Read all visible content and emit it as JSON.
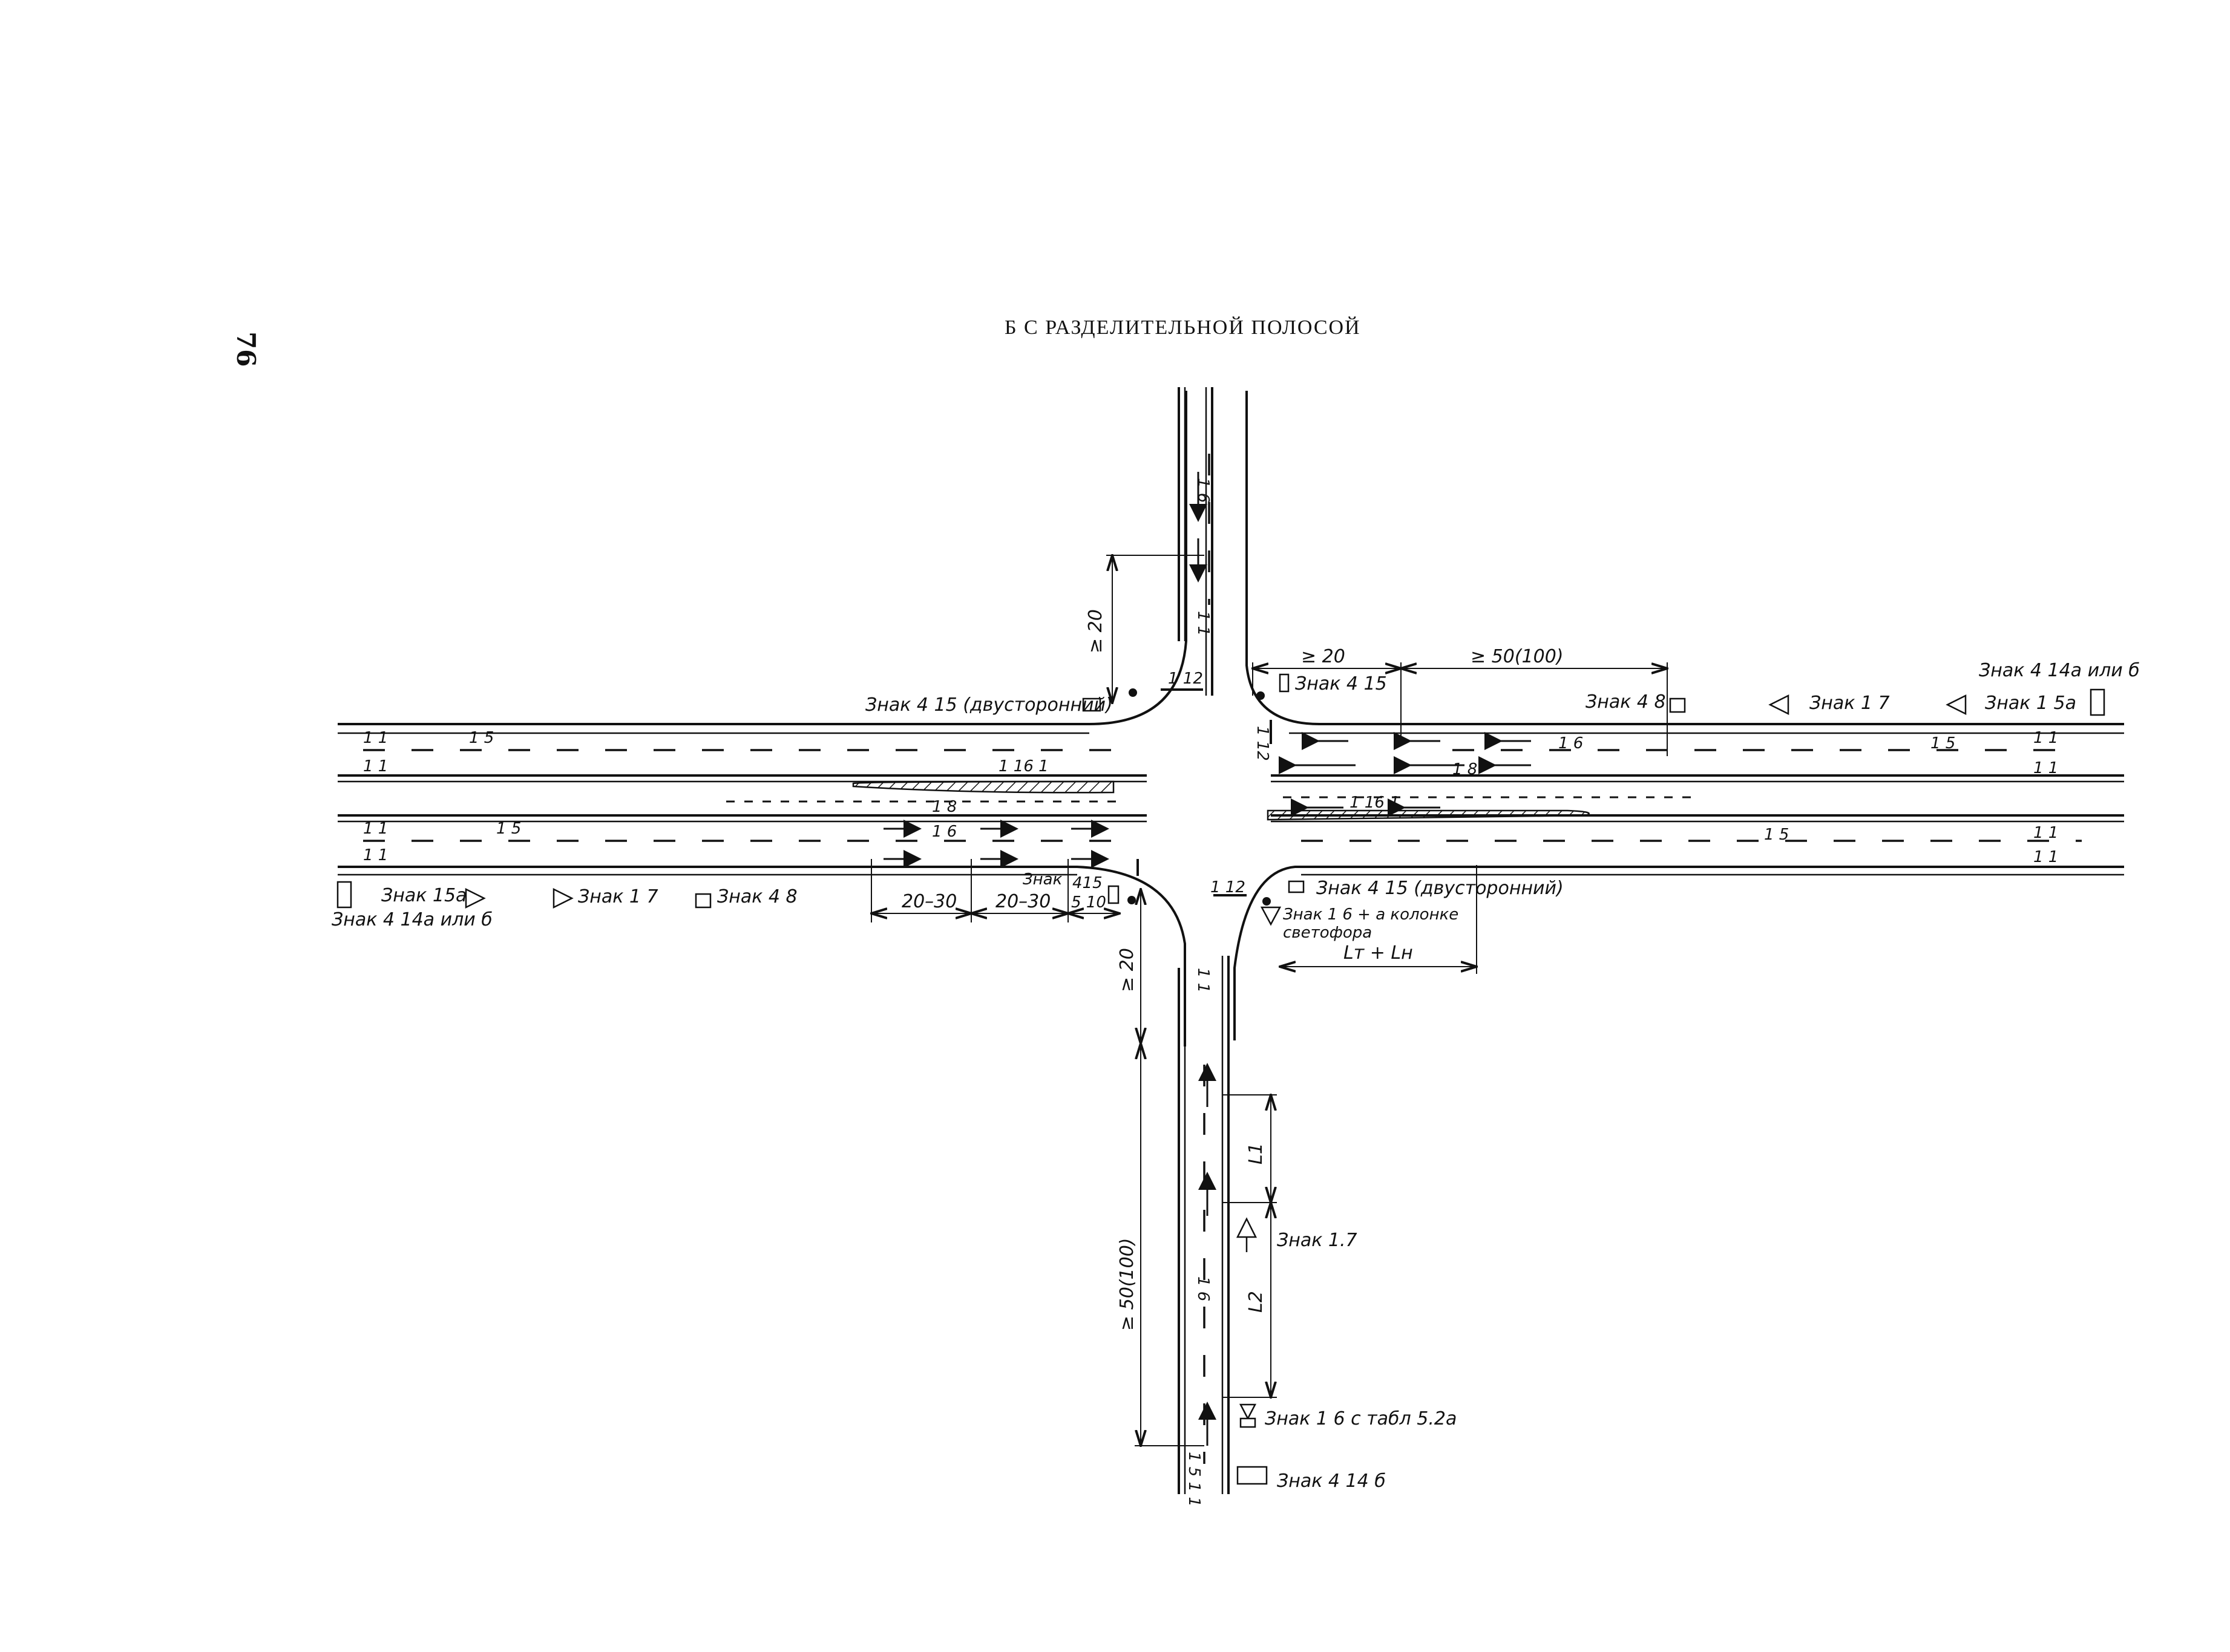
{
  "page": {
    "page_number": "76",
    "title": "Б  С РАЗДЕЛИТЕЛЬНОЙ ПОЛОСОЙ"
  },
  "labels": {
    "sign_415_two_sided_top": "Знак 4 15 (двусторонний)",
    "sign_415_top_right": "Знак 4 15",
    "sign_48_right": "Знак 4 8",
    "sign_17_right": "Знак 1 7",
    "sign_15a_right": "Знак 1 5а",
    "sign_414_right": "Знак 4 14а или б",
    "sign_15a_left": "Знак 15а",
    "sign_414_left": "Знак 4 14а или б",
    "sign_17_left": "Знак 1 7",
    "sign_48_left": "Знак 4 8",
    "sign_415_bottom_left_a": "Знак",
    "sign_415_bottom_left_b": "415",
    "sign_415_two_sided_bottom": "Знак 4 15 (двусторонний)",
    "sign_16_traffic_light_a": "Знак 1 6 + а колонке",
    "sign_16_traffic_light_b": "светофора",
    "sign_17_bottom": "Знак 1.7",
    "sign_16_plate": "Знак 1 6 с табл 5.2а",
    "sign_414b": "Знак 4 14 б"
  },
  "dimensions": {
    "ge20_top": "≥ 20",
    "ge20_right": "≥ 20",
    "ge50_right": "≥ 50(100)",
    "ge20_bottom": "≥ 20",
    "ge50_bottom": "≥ 50(100)",
    "d20_30_a": "20–30",
    "d20_30_b": "20–30",
    "d5_10": "5  10",
    "lt_ln": "Lт + Lн",
    "l1": "L1",
    "l2": "L2"
  },
  "markings": {
    "m11": "1 1",
    "m15": "1 5",
    "m16": "1 6",
    "m18": "1 8",
    "m112": "1 12",
    "m1161": "1 16 1",
    "m1151": "1 5  1 1"
  }
}
